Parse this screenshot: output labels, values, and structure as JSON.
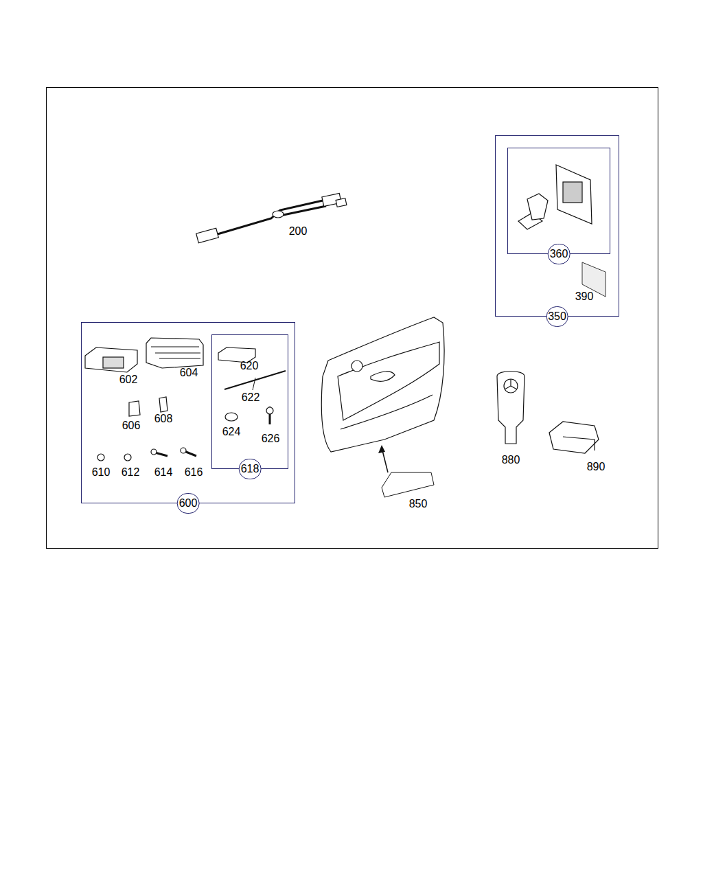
{
  "diagram": {
    "nodes": [
      {
        "text": [
          "350"
        ]
      },
      {
        "text": [
          "360"
        ],
        "in": 0
      },
      {
        "text": [
          "600"
        ]
      },
      {
        "text": [
          "618"
        ],
        "in": 2
      }
    ],
    "labels": [
      "200",
      "390",
      "602",
      "604",
      "606",
      "608",
      "610",
      "612",
      "614",
      "616",
      "620",
      "622",
      "624",
      "626",
      "850",
      "880",
      "890"
    ]
  }
}
